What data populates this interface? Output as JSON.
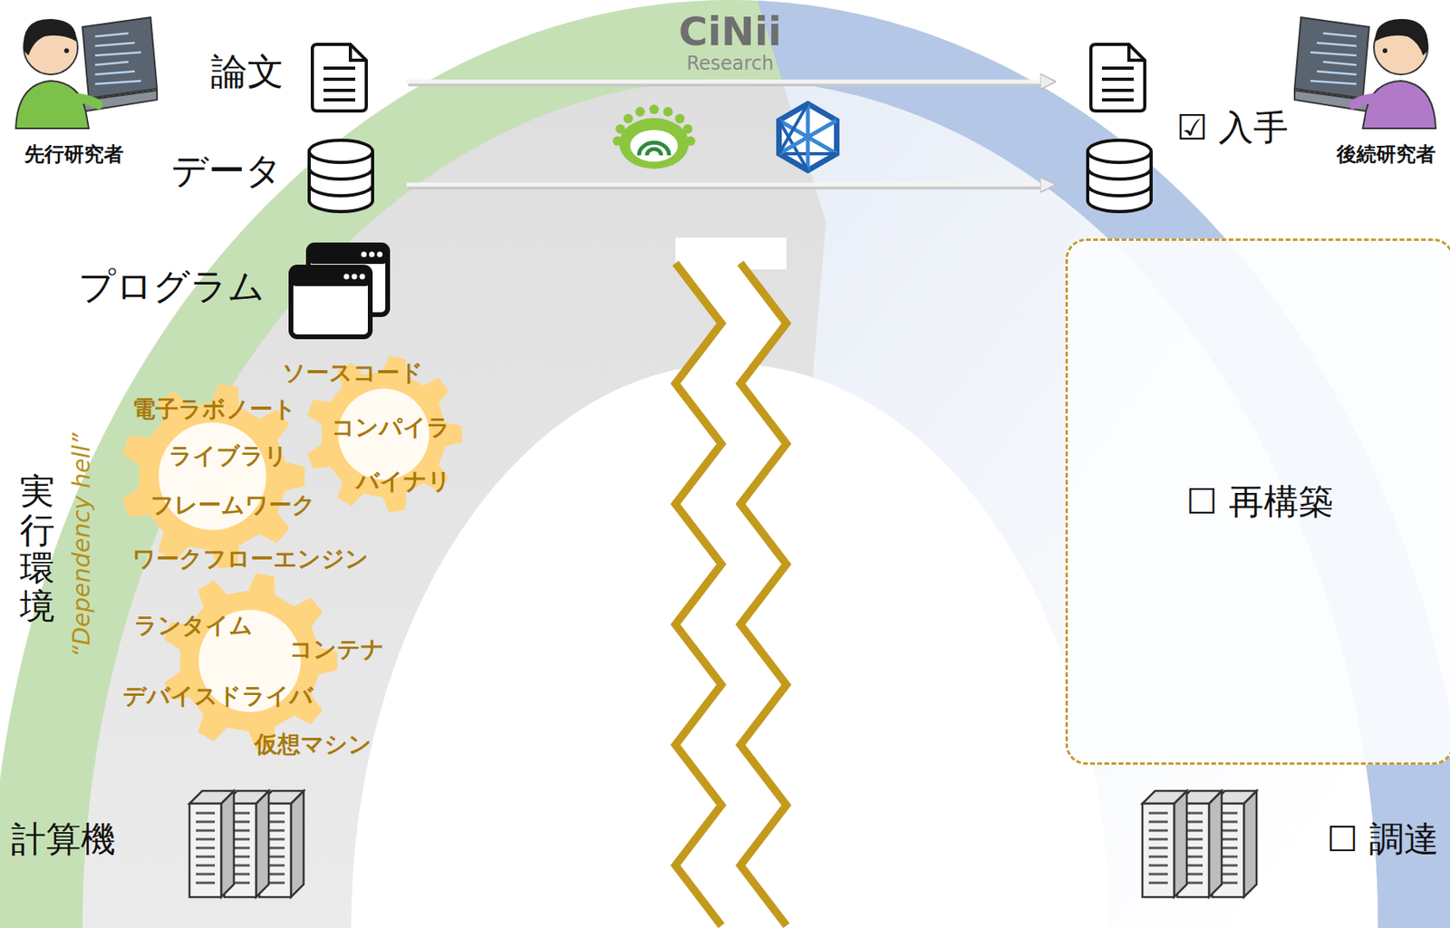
{
  "diagram": {
    "nodes": [
      {
        "text": [
          "☐ 再構築"
        ]
      }
    ],
    "labels": [
      "先行研究者",
      "論文",
      "データ",
      "プログラム",
      "CiNii",
      "Research",
      "☑ 入手",
      "後続研究者",
      "実行環境",
      "“Dependency hell”",
      "ソースコード",
      "電子ラボノート",
      "コンパイラ",
      "ライブラリ",
      "バイナリ",
      "フレームワーク",
      "ワークフローエンジン",
      "ランタイム",
      "コンテナ",
      "デバイスドライバ",
      "仮想マシン",
      "計算機",
      "☐ 調達"
    ]
  }
}
